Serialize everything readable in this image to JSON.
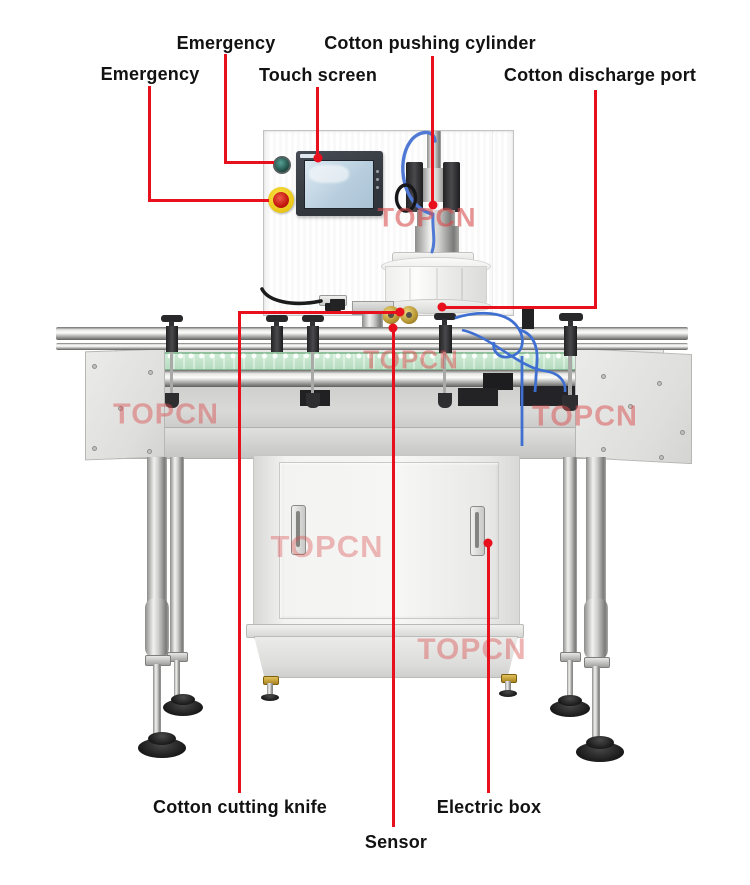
{
  "annotations": {
    "emergency_top": {
      "label": "Emergency"
    },
    "emergency_left": {
      "label": "Emergency"
    },
    "touch_screen": {
      "label": "Touch screen"
    },
    "cotton_pushing_cylinder": {
      "label": "Cotton pushing cylinder"
    },
    "cotton_discharge_port": {
      "label": "Cotton discharge port"
    },
    "cotton_cutting_knife": {
      "label": "Cotton cutting knife"
    },
    "sensor": {
      "label": "Sensor"
    },
    "electric_box": {
      "label": "Electric box"
    }
  },
  "watermark": {
    "text": "TOPCN",
    "color": "#d94f4f"
  },
  "colors": {
    "leader_line": "#e8101c",
    "label_text": "#121212"
  }
}
